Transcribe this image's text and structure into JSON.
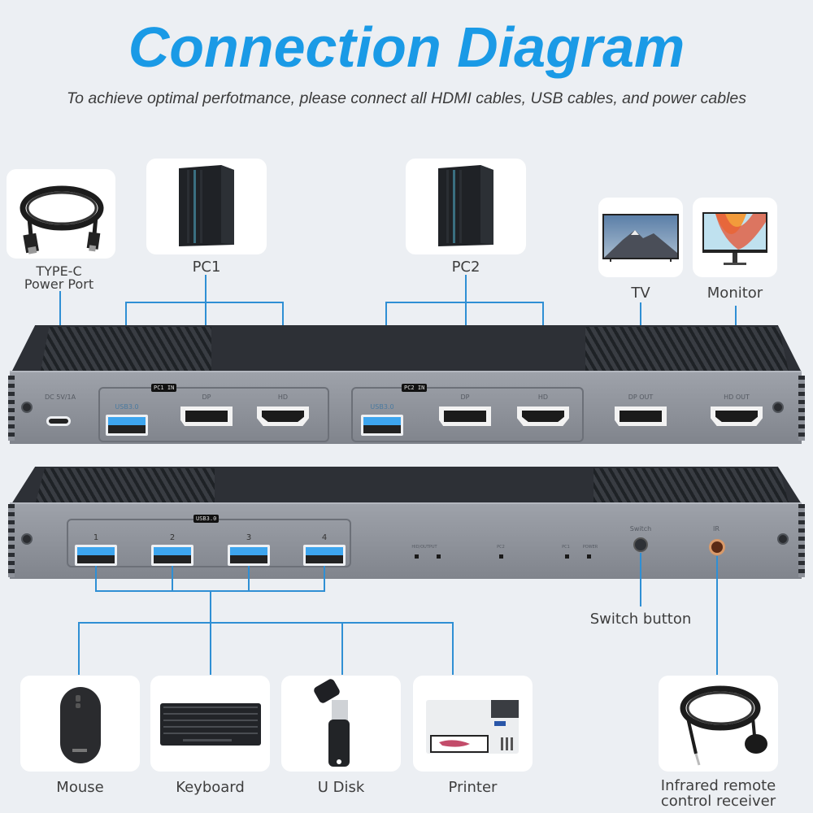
{
  "header": {
    "title": "Connection Diagram",
    "subtitle": "To achieve optimal perfotmance, please connect all HDMI cables, USB cables, and power cables"
  },
  "top_devices": [
    {
      "id": "power",
      "label_line1": "TYPE-C",
      "label_line2": "Power Port",
      "icon": "usb-cable-icon"
    },
    {
      "id": "pc1",
      "label": "PC1",
      "icon": "pc-tower-icon"
    },
    {
      "id": "pc2",
      "label": "PC2",
      "icon": "pc-tower-icon"
    },
    {
      "id": "tv",
      "label": "TV",
      "icon": "tv-icon"
    },
    {
      "id": "monitor",
      "label": "Monitor",
      "icon": "monitor-icon"
    }
  ],
  "front_panel": {
    "power_port_label": "DC 5V/1A",
    "pc1_group_tag": "PC1 IN",
    "pc2_group_tag": "PC2 IN",
    "pc1_ports": [
      "USB3.0",
      "DP",
      "HD"
    ],
    "pc2_ports": [
      "USB3.0",
      "DP",
      "HD"
    ],
    "outputs": [
      "DP OUT",
      "HD OUT"
    ]
  },
  "rear_panel": {
    "usb_group_tag": "USB3.0",
    "usb_ports": [
      "1",
      "2",
      "3",
      "4"
    ],
    "led_labels": [
      "HID/OUTPUT",
      "PC2",
      "PC1",
      "POWER"
    ],
    "switch_label": "Switch",
    "ir_label": "IR"
  },
  "callouts": {
    "switch_button": "Switch button"
  },
  "bottom_devices": [
    {
      "id": "mouse",
      "label": "Mouse",
      "icon": "mouse-icon"
    },
    {
      "id": "keyboard",
      "label": "Keyboard",
      "icon": "keyboard-icon"
    },
    {
      "id": "udisk",
      "label": "U Disk",
      "icon": "usb-drive-icon"
    },
    {
      "id": "printer",
      "label": "Printer",
      "icon": "printer-icon"
    },
    {
      "id": "ir",
      "label_line1": "Infrared remote",
      "label_line2": "control receiver",
      "icon": "ir-receiver-cable-icon"
    }
  ],
  "colors": {
    "title": "#1a9ae6",
    "connector_line": "#2f8fd4",
    "background": "#eceff3"
  }
}
